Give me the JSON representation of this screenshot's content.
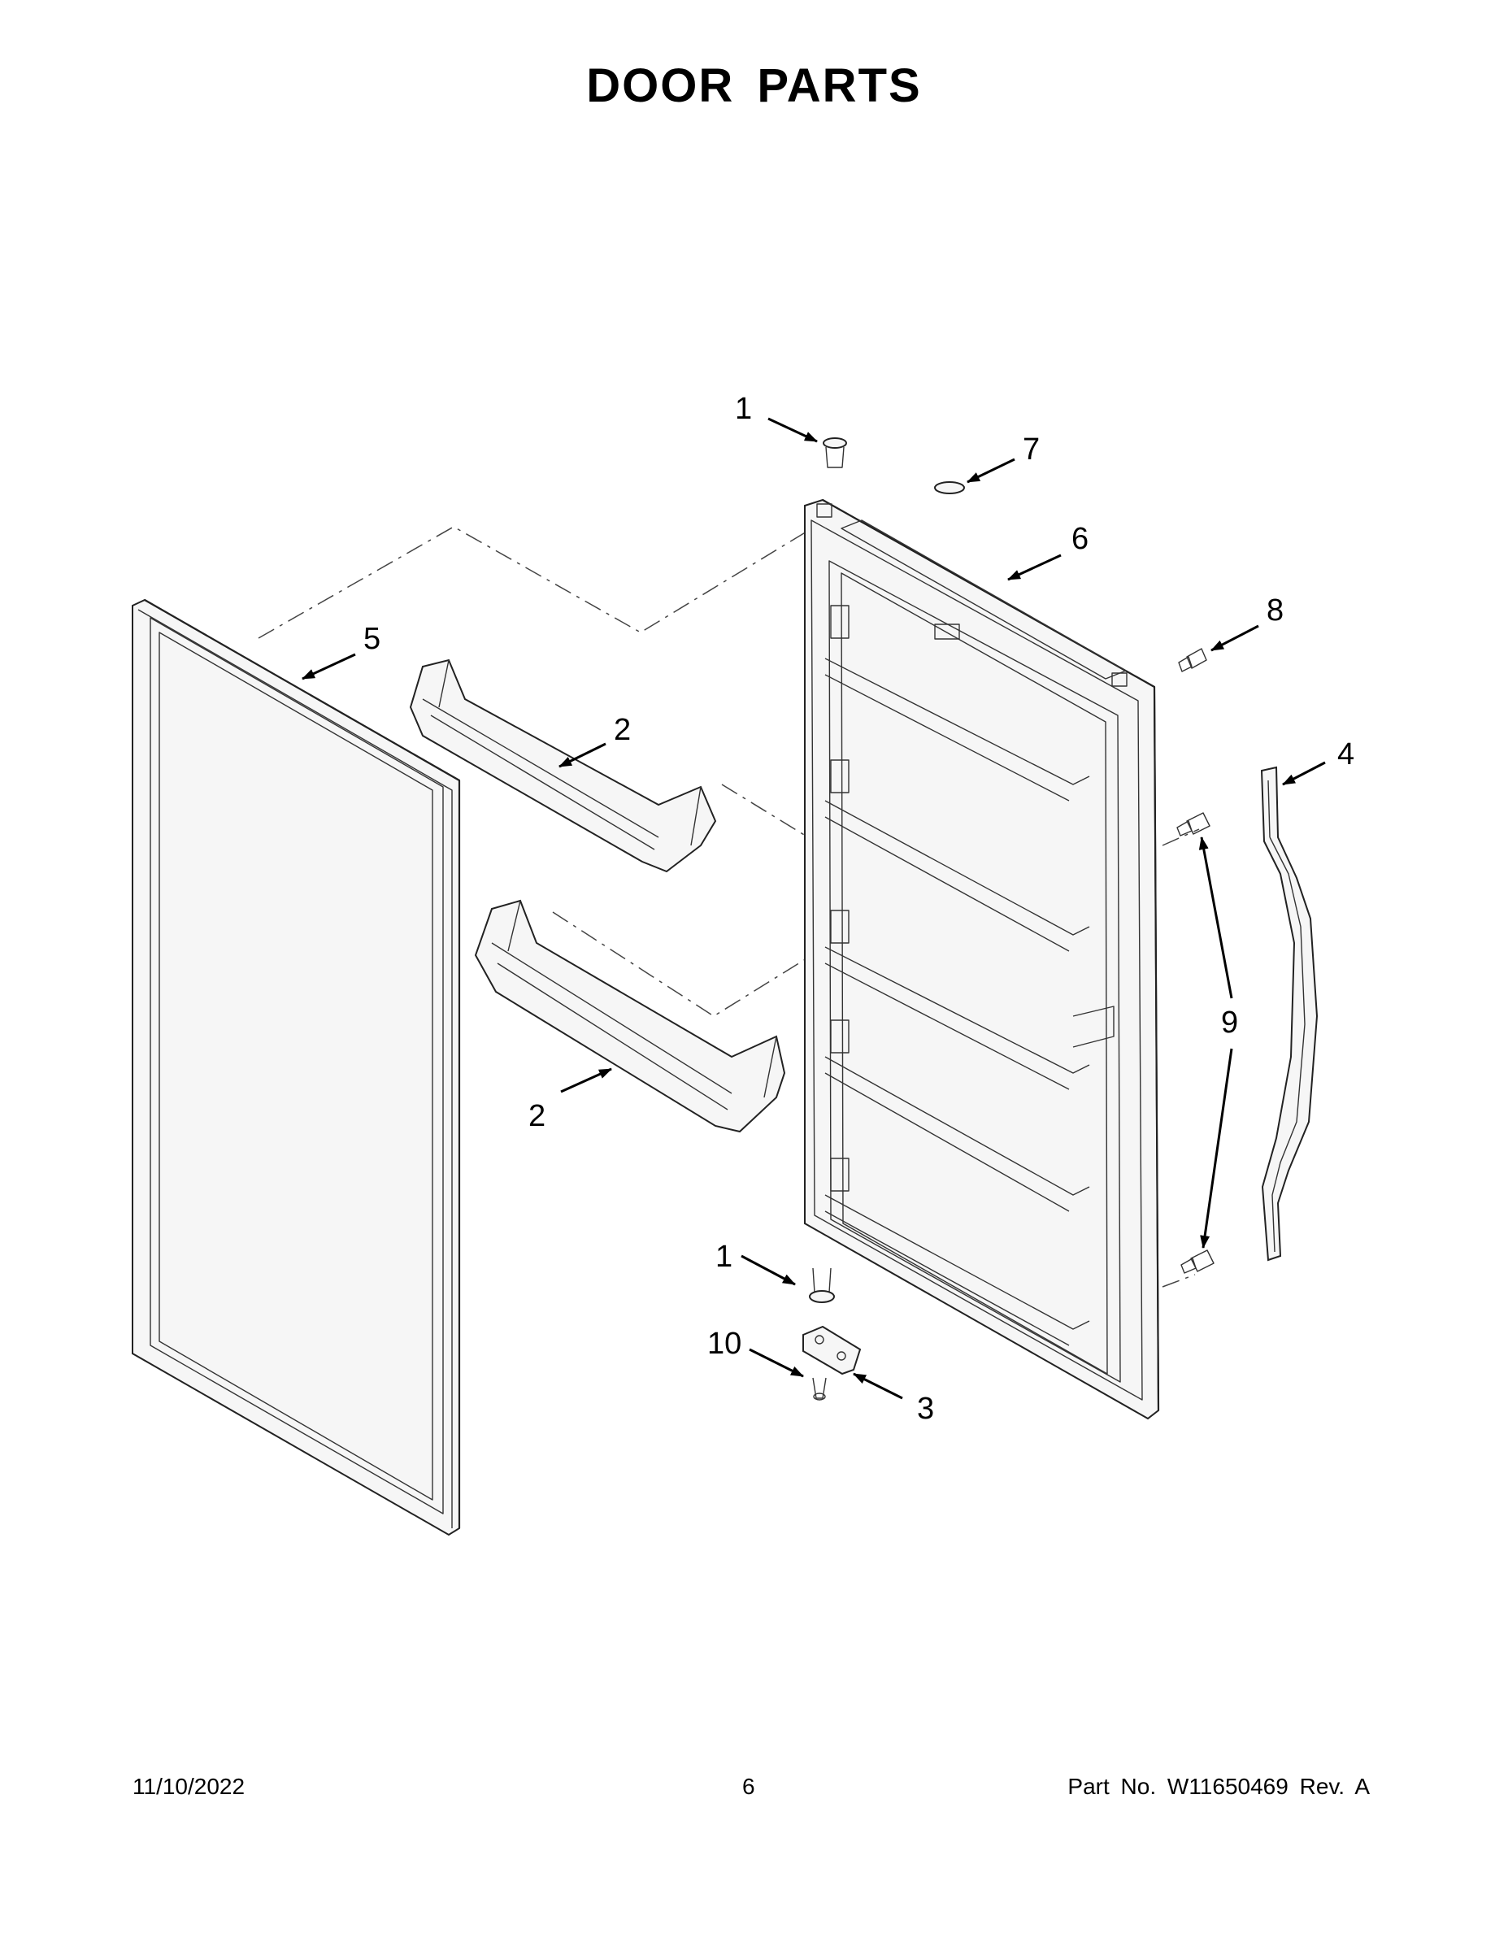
{
  "title": "DOOR PARTS",
  "callouts": [
    "1",
    "7",
    "6",
    "8",
    "5",
    "2",
    "4",
    "9",
    "2",
    "1",
    "10",
    "3"
  ],
  "footer": {
    "date": "11/10/2022",
    "page": "6",
    "part": "Part No.  W11650469  Rev.  A"
  }
}
